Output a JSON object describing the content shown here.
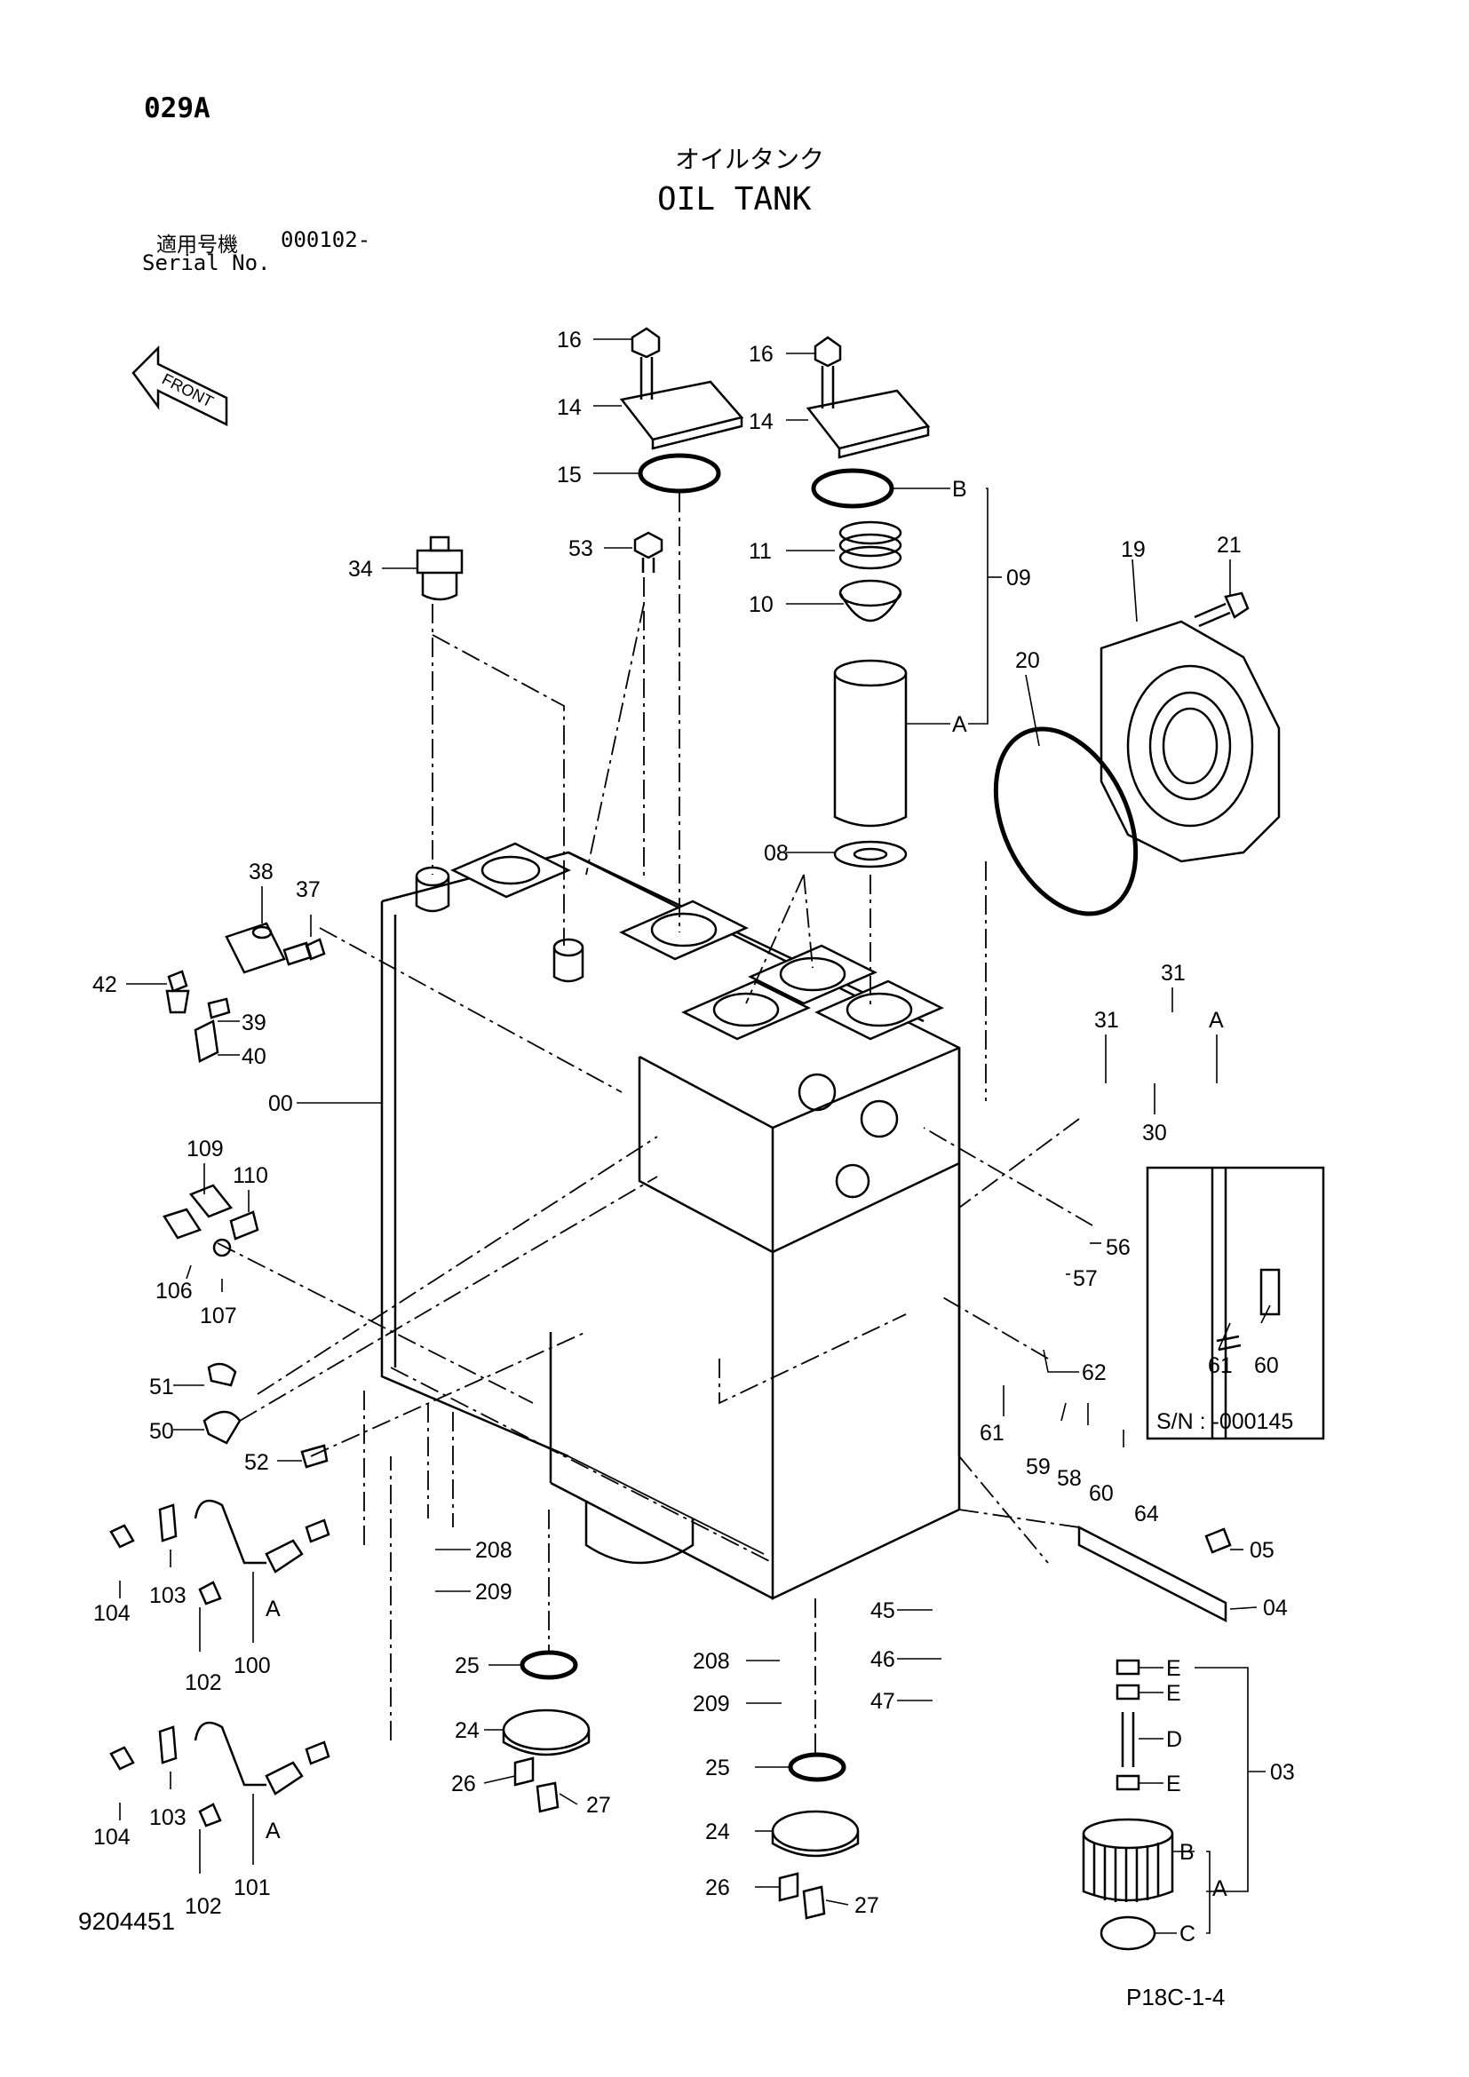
{
  "header": {
    "page_code": "029A",
    "title_jp": "オイルタンク",
    "title_en": "OIL TANK",
    "serial_label_jp": "適用号機",
    "serial_value": "000102-",
    "serial_label_en": "Serial No."
  },
  "footer": {
    "drawing_no": "9204451",
    "page_ref": "P18C-1-4"
  },
  "inset": {
    "serial_note": "S/N : -000145"
  },
  "front_label": "FRONT",
  "callouts": [
    {
      "id": "c16a",
      "text": "16"
    },
    {
      "id": "c14a",
      "text": "14"
    },
    {
      "id": "c15",
      "text": "15"
    },
    {
      "id": "c16b",
      "text": "16"
    },
    {
      "id": "c14b",
      "text": "14"
    },
    {
      "id": "cB9",
      "text": "B"
    },
    {
      "id": "c09",
      "text": "09"
    },
    {
      "id": "cA9",
      "text": "A"
    },
    {
      "id": "c11",
      "text": "11"
    },
    {
      "id": "c10",
      "text": "10"
    },
    {
      "id": "c53",
      "text": "53"
    },
    {
      "id": "c34",
      "text": "34"
    },
    {
      "id": "c08",
      "text": "08"
    },
    {
      "id": "c19",
      "text": "19"
    },
    {
      "id": "c21",
      "text": "21"
    },
    {
      "id": "c20",
      "text": "20"
    },
    {
      "id": "c38",
      "text": "38"
    },
    {
      "id": "c37",
      "text": "37"
    },
    {
      "id": "c42",
      "text": "42"
    },
    {
      "id": "c39",
      "text": "39"
    },
    {
      "id": "c40",
      "text": "40"
    },
    {
      "id": "c00",
      "text": "00"
    },
    {
      "id": "c31a",
      "text": "31"
    },
    {
      "id": "c31b",
      "text": "31"
    },
    {
      "id": "cA31",
      "text": "A"
    },
    {
      "id": "c30",
      "text": "30"
    },
    {
      "id": "c109",
      "text": "109"
    },
    {
      "id": "c110",
      "text": "110"
    },
    {
      "id": "c106",
      "text": "106"
    },
    {
      "id": "c107",
      "text": "107"
    },
    {
      "id": "c56",
      "text": "56"
    },
    {
      "id": "c57",
      "text": "57"
    },
    {
      "id": "c51",
      "text": "51"
    },
    {
      "id": "c50",
      "text": "50"
    },
    {
      "id": "c52",
      "text": "52"
    },
    {
      "id": "c62",
      "text": "62"
    },
    {
      "id": "c61a",
      "text": "61"
    },
    {
      "id": "c59",
      "text": "59"
    },
    {
      "id": "c58",
      "text": "58"
    },
    {
      "id": "c60a",
      "text": "60"
    },
    {
      "id": "c64",
      "text": "64"
    },
    {
      "id": "c61b",
      "text": "61"
    },
    {
      "id": "c60b",
      "text": "60"
    },
    {
      "id": "c104a",
      "text": "104"
    },
    {
      "id": "c103a",
      "text": "103"
    },
    {
      "id": "c102a",
      "text": "102"
    },
    {
      "id": "cA100",
      "text": "A"
    },
    {
      "id": "c100",
      "text": "100"
    },
    {
      "id": "c208a",
      "text": "208"
    },
    {
      "id": "c209a",
      "text": "209"
    },
    {
      "id": "c25a",
      "text": "25"
    },
    {
      "id": "c24a",
      "text": "24"
    },
    {
      "id": "c26a",
      "text": "26"
    },
    {
      "id": "c27a",
      "text": "27"
    },
    {
      "id": "c45",
      "text": "45"
    },
    {
      "id": "c46",
      "text": "46"
    },
    {
      "id": "c47",
      "text": "47"
    },
    {
      "id": "c208b",
      "text": "208"
    },
    {
      "id": "c209b",
      "text": "209"
    },
    {
      "id": "c25b",
      "text": "25"
    },
    {
      "id": "c24b",
      "text": "24"
    },
    {
      "id": "c26b",
      "text": "26"
    },
    {
      "id": "c27b",
      "text": "27"
    },
    {
      "id": "c05",
      "text": "05"
    },
    {
      "id": "c04",
      "text": "04"
    },
    {
      "id": "cE1",
      "text": "E"
    },
    {
      "id": "cE2",
      "text": "E"
    },
    {
      "id": "cD",
      "text": "D"
    },
    {
      "id": "cE3",
      "text": "E"
    },
    {
      "id": "c03",
      "text": "03"
    },
    {
      "id": "cB3",
      "text": "B"
    },
    {
      "id": "cA3",
      "text": "A"
    },
    {
      "id": "cC3",
      "text": "C"
    },
    {
      "id": "c104b",
      "text": "104"
    },
    {
      "id": "c103b",
      "text": "103"
    },
    {
      "id": "c102b",
      "text": "102"
    },
    {
      "id": "cA101",
      "text": "A"
    },
    {
      "id": "c101",
      "text": "101"
    }
  ]
}
